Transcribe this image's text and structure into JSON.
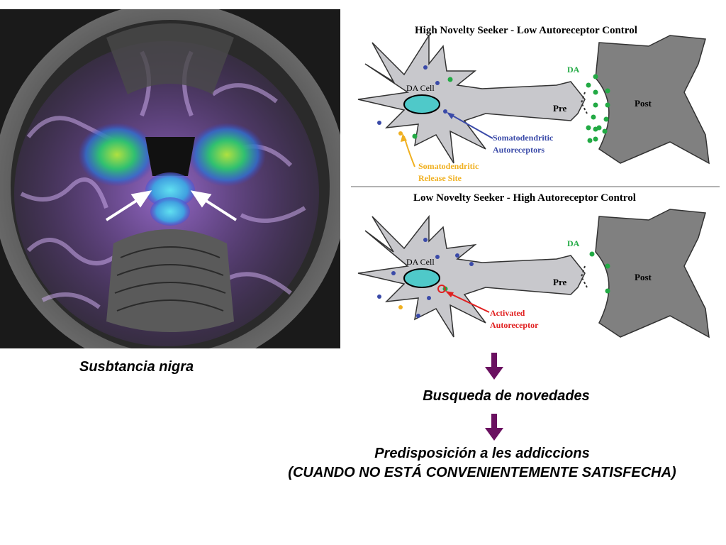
{
  "brain_image": {
    "description_icon": "brain-mri-scan-icon"
  },
  "diagram": {
    "top_panel": {
      "title": "High Novelty Seeker - Low Autoreceptor Control",
      "cell_label": "DA Cell",
      "pre_label": "Pre",
      "post_label": "Post",
      "da_label": "DA",
      "label_somato_auto_1": "Somatodendritic",
      "label_somato_auto_2": "Autoreceptors",
      "label_release_1": "Somatodendritic",
      "label_release_2": "Release Site"
    },
    "bottom_panel": {
      "title": "Low Novelty Seeker - High Autoreceptor Control",
      "cell_label": "DA Cell",
      "pre_label": "Pre",
      "post_label": "Post",
      "da_label": "DA",
      "label_activated_1": "Activated",
      "label_activated_2": "Autoreceptor"
    },
    "colors": {
      "cell_fill": "#c8c8cc",
      "nucleus": "#4fc9c9",
      "post_fill": "#808080",
      "dopamine": "#22aa44",
      "autoreceptor": "#3a4aa8",
      "release": "#f0b020",
      "activated": "#e02020"
    }
  },
  "captions": {
    "substantia": "Susbtancia nigra",
    "busqueda": "Busqueda de novedades",
    "predisposicion_1": "Predisposición a les addiccions",
    "predisposicion_2": "(CUANDO NO ESTÁ CONVENIENTEMENTE SATISFECHA)"
  },
  "arrows": {
    "color": "#6a1060"
  }
}
